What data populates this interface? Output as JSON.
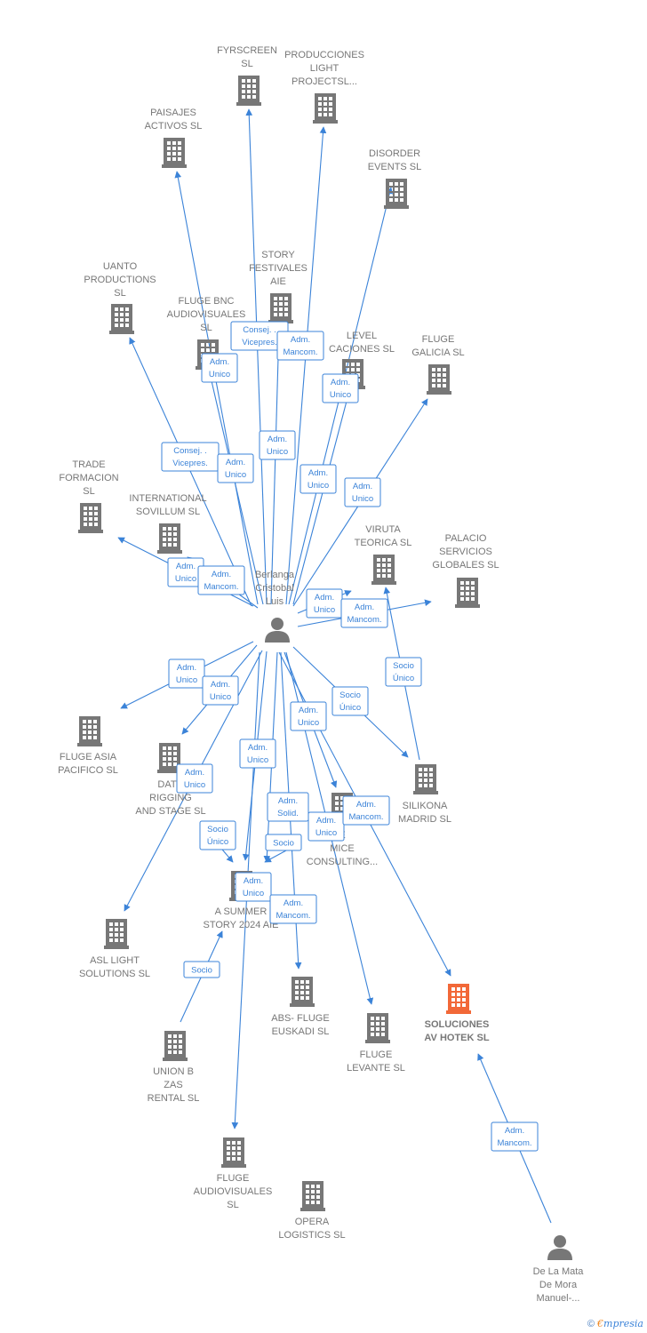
{
  "colors": {
    "edge": "#3b83d8",
    "node": "#777777",
    "highlight": "#f26838"
  },
  "persons": [
    {
      "id": "berlanga",
      "lines": [
        "Berlanga",
        "Cristobal",
        "Luis"
      ]
    },
    {
      "id": "delamata",
      "lines": [
        "De La Mata",
        "De Mora",
        "Manuel-..."
      ]
    }
  ],
  "companies": [
    {
      "id": "fyrscreen",
      "lines": [
        "FYRSCREEN",
        "SL"
      ]
    },
    {
      "id": "producciones",
      "lines": [
        "PRODUCCIONES",
        "LIGHT",
        "PROJECTSL..."
      ]
    },
    {
      "id": "paisajes",
      "lines": [
        "PAISAJES",
        "ACTIVOS  SL"
      ]
    },
    {
      "id": "disorder",
      "lines": [
        "DISORDER",
        "EVENTS  SL"
      ]
    },
    {
      "id": "uanto",
      "lines": [
        "UANTO",
        "PRODUCTIONS",
        "SL"
      ]
    },
    {
      "id": "story",
      "lines": [
        "STORY",
        "FESTIVALES",
        "AIE"
      ]
    },
    {
      "id": "flugebnc",
      "lines": [
        "FLUGE BNC",
        "AUDIOVISUALES",
        "SL"
      ]
    },
    {
      "id": "level",
      "lines": [
        "LEVEL",
        "CACIONES SL"
      ]
    },
    {
      "id": "flugegalicia",
      "lines": [
        "FLUGE",
        "GALICIA  SL"
      ]
    },
    {
      "id": "trade",
      "lines": [
        "TRADE",
        "FORMACION",
        "SL"
      ]
    },
    {
      "id": "sovillum",
      "lines": [
        "INTERNATIONAL",
        "SOVILLUM  SL"
      ]
    },
    {
      "id": "viruta",
      "lines": [
        "VIRUTA",
        "TEORICA  SL"
      ]
    },
    {
      "id": "palacio",
      "lines": [
        "PALACIO",
        "SERVICIOS",
        "GLOBALES SL"
      ]
    },
    {
      "id": "flugeasia",
      "lines": [
        "FLUGE ASIA",
        "PACIFICO  SL"
      ]
    },
    {
      "id": "datc",
      "lines": [
        "DATC",
        "RIGGING",
        "AND STAGE  SL"
      ]
    },
    {
      "id": "silikona",
      "lines": [
        "SILIKONA",
        "MADRID SL"
      ]
    },
    {
      "id": "mice",
      "lines": [
        "E",
        "MICE",
        "CONSULTING..."
      ]
    },
    {
      "id": "summer",
      "lines": [
        "A SUMMER",
        "STORY 2024 AIE"
      ]
    },
    {
      "id": "asl",
      "lines": [
        "ASL LIGHT",
        "SOLUTIONS SL"
      ]
    },
    {
      "id": "abs",
      "lines": [
        "ABS- FLUGE",
        "EUSKADI  SL"
      ]
    },
    {
      "id": "flugelevante",
      "lines": [
        "FLUGE",
        "LEVANTE  SL"
      ]
    },
    {
      "id": "soluciones",
      "lines": [
        "SOLUCIONES",
        "AV HOTEK  SL"
      ]
    },
    {
      "id": "unionb",
      "lines": [
        "UNION B",
        "ZAS",
        "RENTAL  SL"
      ]
    },
    {
      "id": "flugeav",
      "lines": [
        "FLUGE",
        "AUDIOVISUALES",
        "SL"
      ]
    },
    {
      "id": "opera",
      "lines": [
        "OPERA",
        "LOGISTICS  SL"
      ]
    }
  ],
  "relations": [
    {
      "from": "berlanga",
      "to": "fyrscreen",
      "lines": [
        "Consej. .",
        "Vicepres."
      ]
    },
    {
      "from": "berlanga",
      "to": "producciones",
      "lines": [
        "Adm.",
        "Mancom."
      ]
    },
    {
      "from": "berlanga",
      "to": "paisajes",
      "lines": [
        "Adm.",
        "Unico"
      ]
    },
    {
      "from": "berlanga",
      "to": "disorder",
      "lines": [
        "Adm.",
        "Unico"
      ]
    },
    {
      "from": "berlanga",
      "to": "uanto",
      "lines": [
        "Consej. .",
        "Vicepres."
      ]
    },
    {
      "from": "berlanga",
      "to": "story",
      "lines": [
        "Adm.",
        "Unico"
      ]
    },
    {
      "from": "berlanga",
      "to": "flugebnc",
      "lines": [
        "Adm.",
        "Unico"
      ]
    },
    {
      "from": "berlanga",
      "to": "level",
      "lines": [
        "Adm.",
        "Unico"
      ]
    },
    {
      "from": "berlanga",
      "to": "flugegalicia",
      "lines": [
        "Adm.",
        "Unico"
      ]
    },
    {
      "from": "berlanga",
      "to": "trade",
      "lines": [
        "Adm.",
        "Unico"
      ]
    },
    {
      "from": "berlanga",
      "to": "sovillum",
      "lines": [
        "Adm.",
        "Mancom."
      ]
    },
    {
      "from": "berlanga",
      "to": "viruta",
      "lines": [
        "Adm.",
        "Unico"
      ]
    },
    {
      "from": "berlanga",
      "to": "palacio",
      "lines": [
        "Adm.",
        "Mancom."
      ]
    },
    {
      "from": "silikona",
      "to": "viruta",
      "lines": [
        "Socio",
        "Único"
      ]
    },
    {
      "from": "berlanga",
      "to": "flugeasia",
      "lines": [
        "Adm.",
        "Unico"
      ]
    },
    {
      "from": "berlanga",
      "to": "datc",
      "lines": [
        "Adm.",
        "Unico"
      ]
    },
    {
      "from": "berlanga",
      "to": "silikona",
      "lines": [
        "Socio",
        "Único"
      ]
    },
    {
      "from": "berlanga",
      "to": "mice",
      "lines": [
        "Adm.",
        "Unico"
      ]
    },
    {
      "from": "berlanga",
      "to": "asl",
      "lines": [
        "Adm.",
        "Unico"
      ]
    },
    {
      "from": "berlanga",
      "to": "summer",
      "lines": [
        "Adm.",
        "Unico"
      ]
    },
    {
      "from": "datc",
      "to": "summer",
      "lines": [
        "Socio",
        "Único"
      ]
    },
    {
      "from": "berlanga",
      "to": "summer",
      "lines": [
        "Adm.",
        "Solid."
      ]
    },
    {
      "from": "mice",
      "to": "summer",
      "lines": [
        "Socio"
      ]
    },
    {
      "from": "berlanga",
      "to": "flugelevante",
      "lines": [
        "Adm.",
        "Unico"
      ]
    },
    {
      "from": "berlanga",
      "to": "soluciones",
      "lines": [
        "Adm.",
        "Mancom."
      ]
    },
    {
      "from": "berlanga",
      "to": "flugeav",
      "lines": [
        "Adm.",
        "Unico"
      ]
    },
    {
      "from": "berlanga",
      "to": "abs",
      "lines": [
        "Adm.",
        "Mancom."
      ]
    },
    {
      "from": "unionb",
      "to": "summer",
      "lines": [
        "Socio"
      ]
    },
    {
      "from": "delamata",
      "to": "soluciones",
      "lines": [
        "Adm.",
        "Mancom."
      ]
    }
  ],
  "footer": {
    "copyright": "©",
    "brand_initial": "€",
    "brand_rest": "mpresia"
  }
}
